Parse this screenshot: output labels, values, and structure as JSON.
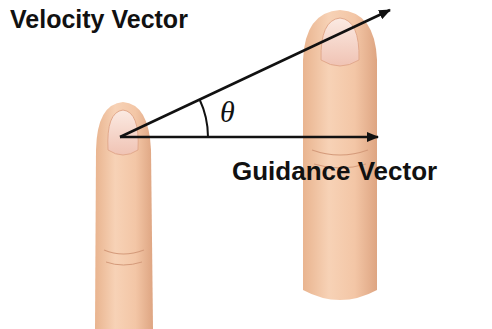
{
  "diagram": {
    "labels": [
      "Velocity Vector",
      "θ",
      "Guidance Vector"
    ]
  }
}
